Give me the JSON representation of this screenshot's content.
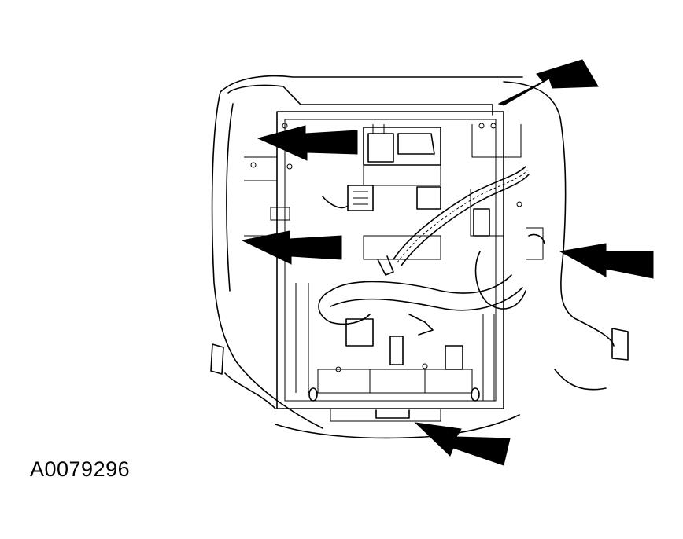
{
  "figure": {
    "part_number": "A0079296"
  },
  "colors": {
    "line": "#000000",
    "background": "#ffffff"
  },
  "callouts": [
    {
      "id": "arrow-top-right",
      "points_to": "seat-track-upper-rail"
    },
    {
      "id": "arrow-upper-left",
      "points_to": "seat-frame-left-bolt-upper"
    },
    {
      "id": "arrow-middle-left",
      "points_to": "seat-frame-left-bolt-lower"
    },
    {
      "id": "arrow-middle-right",
      "points_to": "seat-frame-right-bolt"
    },
    {
      "id": "arrow-bottom",
      "points_to": "seat-frame-bottom-bolt"
    }
  ]
}
